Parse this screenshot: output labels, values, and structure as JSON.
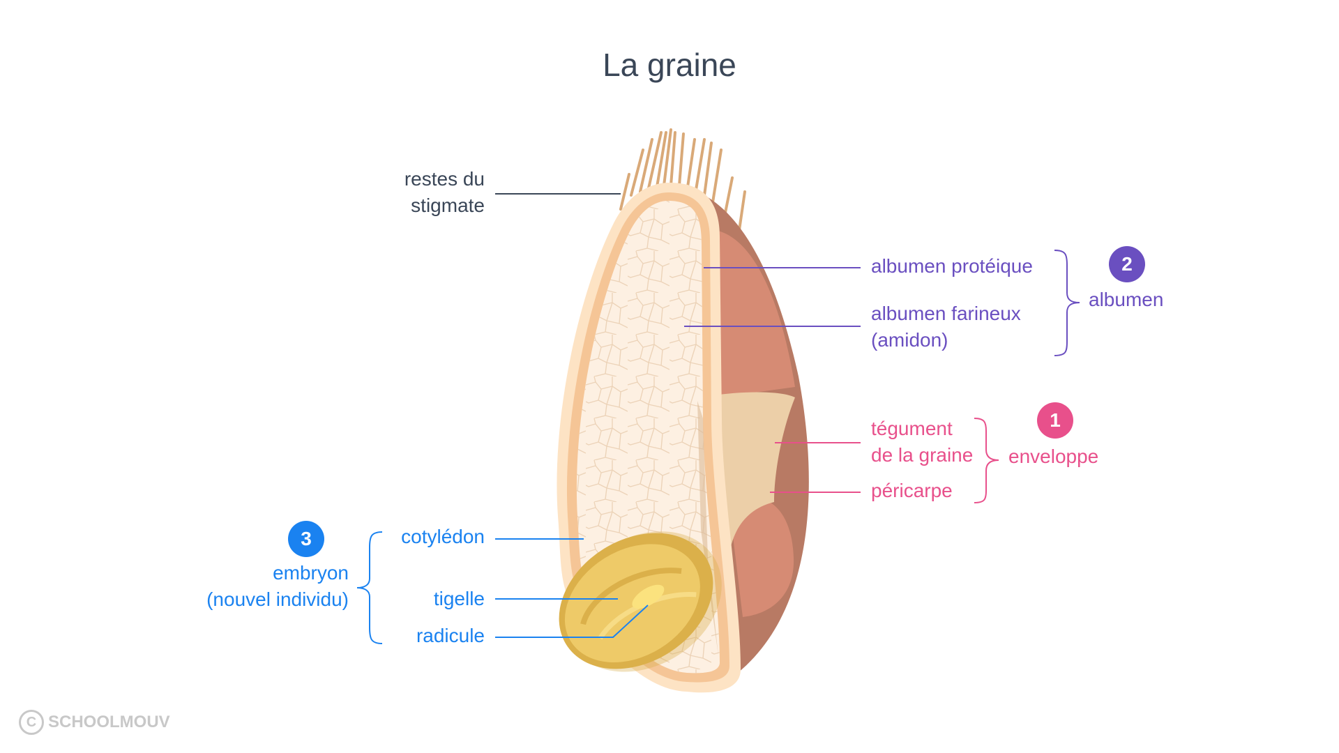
{
  "title": "La graine",
  "labels": {
    "stigmate": [
      "restes du",
      "stigmate"
    ],
    "albumen_proteique": "albumen protéique",
    "albumen_farineux": [
      "albumen farineux",
      "(amidon)"
    ],
    "albumen_group": "albumen",
    "tegument": [
      "tégument",
      "de la graine"
    ],
    "pericarpe": "péricarpe",
    "enveloppe_group": "enveloppe",
    "cotyledon": "cotylédon",
    "tigelle": "tigelle",
    "radicule": "radicule",
    "embryon_group": [
      "embryon",
      "(nouvel individu)"
    ]
  },
  "badges": {
    "enveloppe": "1",
    "albumen": "2",
    "embryon": "3"
  },
  "colors": {
    "dark": "#3a4657",
    "purple": "#6a4fc0",
    "pink": "#e8508b",
    "blue": "#1a82f0"
  },
  "logo": "SCHOOLMOUV"
}
